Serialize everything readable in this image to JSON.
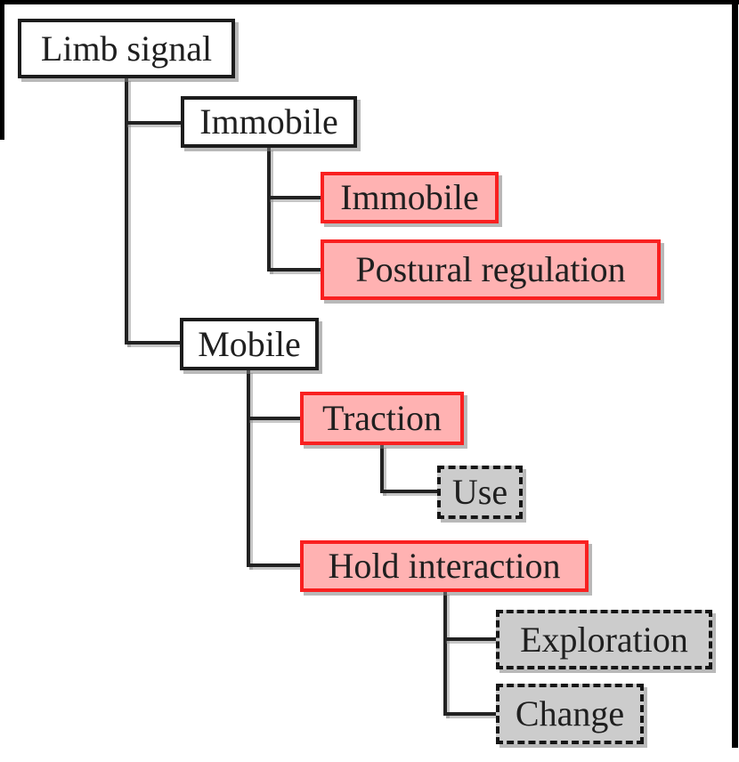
{
  "diagram": {
    "type": "tree",
    "description": "Hierarchical classification tree of limb signals",
    "nodes": {
      "limb_signal": {
        "label": "Limb signal",
        "style": "plain"
      },
      "immobile_group": {
        "label": "Immobile",
        "style": "plain"
      },
      "immobile": {
        "label": "Immobile",
        "style": "highlight"
      },
      "postural_regulation": {
        "label": "Postural regulation",
        "style": "highlight"
      },
      "mobile": {
        "label": "Mobile",
        "style": "plain"
      },
      "traction": {
        "label": "Traction",
        "style": "highlight"
      },
      "use": {
        "label": "Use",
        "style": "dashed"
      },
      "hold_interaction": {
        "label": "Hold interaction",
        "style": "highlight"
      },
      "exploration": {
        "label": "Exploration",
        "style": "dashed"
      },
      "change": {
        "label": "Change",
        "style": "dashed"
      }
    },
    "edges": [
      [
        "limb_signal",
        "immobile_group"
      ],
      [
        "limb_signal",
        "mobile"
      ],
      [
        "immobile_group",
        "immobile"
      ],
      [
        "immobile_group",
        "postural_regulation"
      ],
      [
        "mobile",
        "traction"
      ],
      [
        "mobile",
        "hold_interaction"
      ],
      [
        "traction",
        "use"
      ],
      [
        "hold_interaction",
        "exploration"
      ],
      [
        "hold_interaction",
        "change"
      ]
    ],
    "colors": {
      "plain_fill": "#ffffff",
      "plain_border": "#1c1c1c",
      "highlight_fill": "#ffb2b2",
      "highlight_border": "#f92020",
      "dashed_fill": "#cccccc",
      "dashed_border": "#161616",
      "line": "#222222",
      "frame": "#000000",
      "text": "#1f1f1f"
    }
  }
}
